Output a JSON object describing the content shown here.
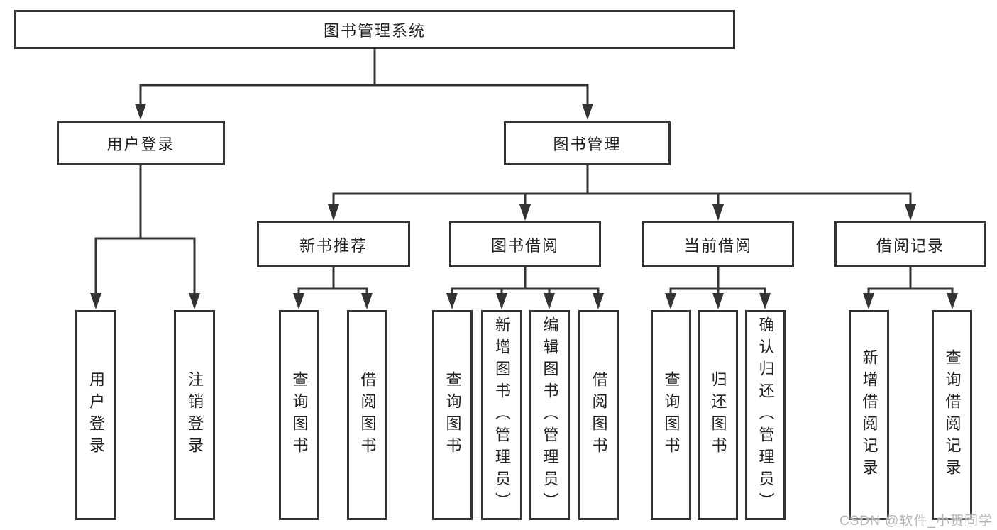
{
  "chart": {
    "root": {
      "label": "图书管理系统"
    },
    "branches": [
      {
        "label": "用户登录",
        "children": [
          {
            "label": "用户登录"
          },
          {
            "label": "注销登录"
          }
        ]
      },
      {
        "label": "图书管理",
        "children": [
          {
            "label": "新书推荐",
            "children": [
              {
                "label": "查询图书"
              },
              {
                "label": "借阅图书"
              }
            ]
          },
          {
            "label": "图书借阅",
            "children": [
              {
                "label": "查询图书"
              },
              {
                "label": "新增图书（管理员）"
              },
              {
                "label": "编辑图书（管理员）"
              },
              {
                "label": "借阅图书"
              }
            ]
          },
          {
            "label": "当前借阅",
            "children": [
              {
                "label": "查询图书"
              },
              {
                "label": "归还图书"
              },
              {
                "label": "确认归还（管理员）"
              }
            ]
          },
          {
            "label": "借阅记录",
            "children": [
              {
                "label": "新增借阅记录"
              },
              {
                "label": "查询借阅记录"
              }
            ]
          }
        ]
      }
    ]
  },
  "watermark": {
    "text": "CSDN @软件_小贺同学"
  },
  "colors": {
    "line": "#333333",
    "box_border": "#333333",
    "text": "#222222",
    "watermark": "#b5b5b5",
    "background": "#ffffff"
  }
}
